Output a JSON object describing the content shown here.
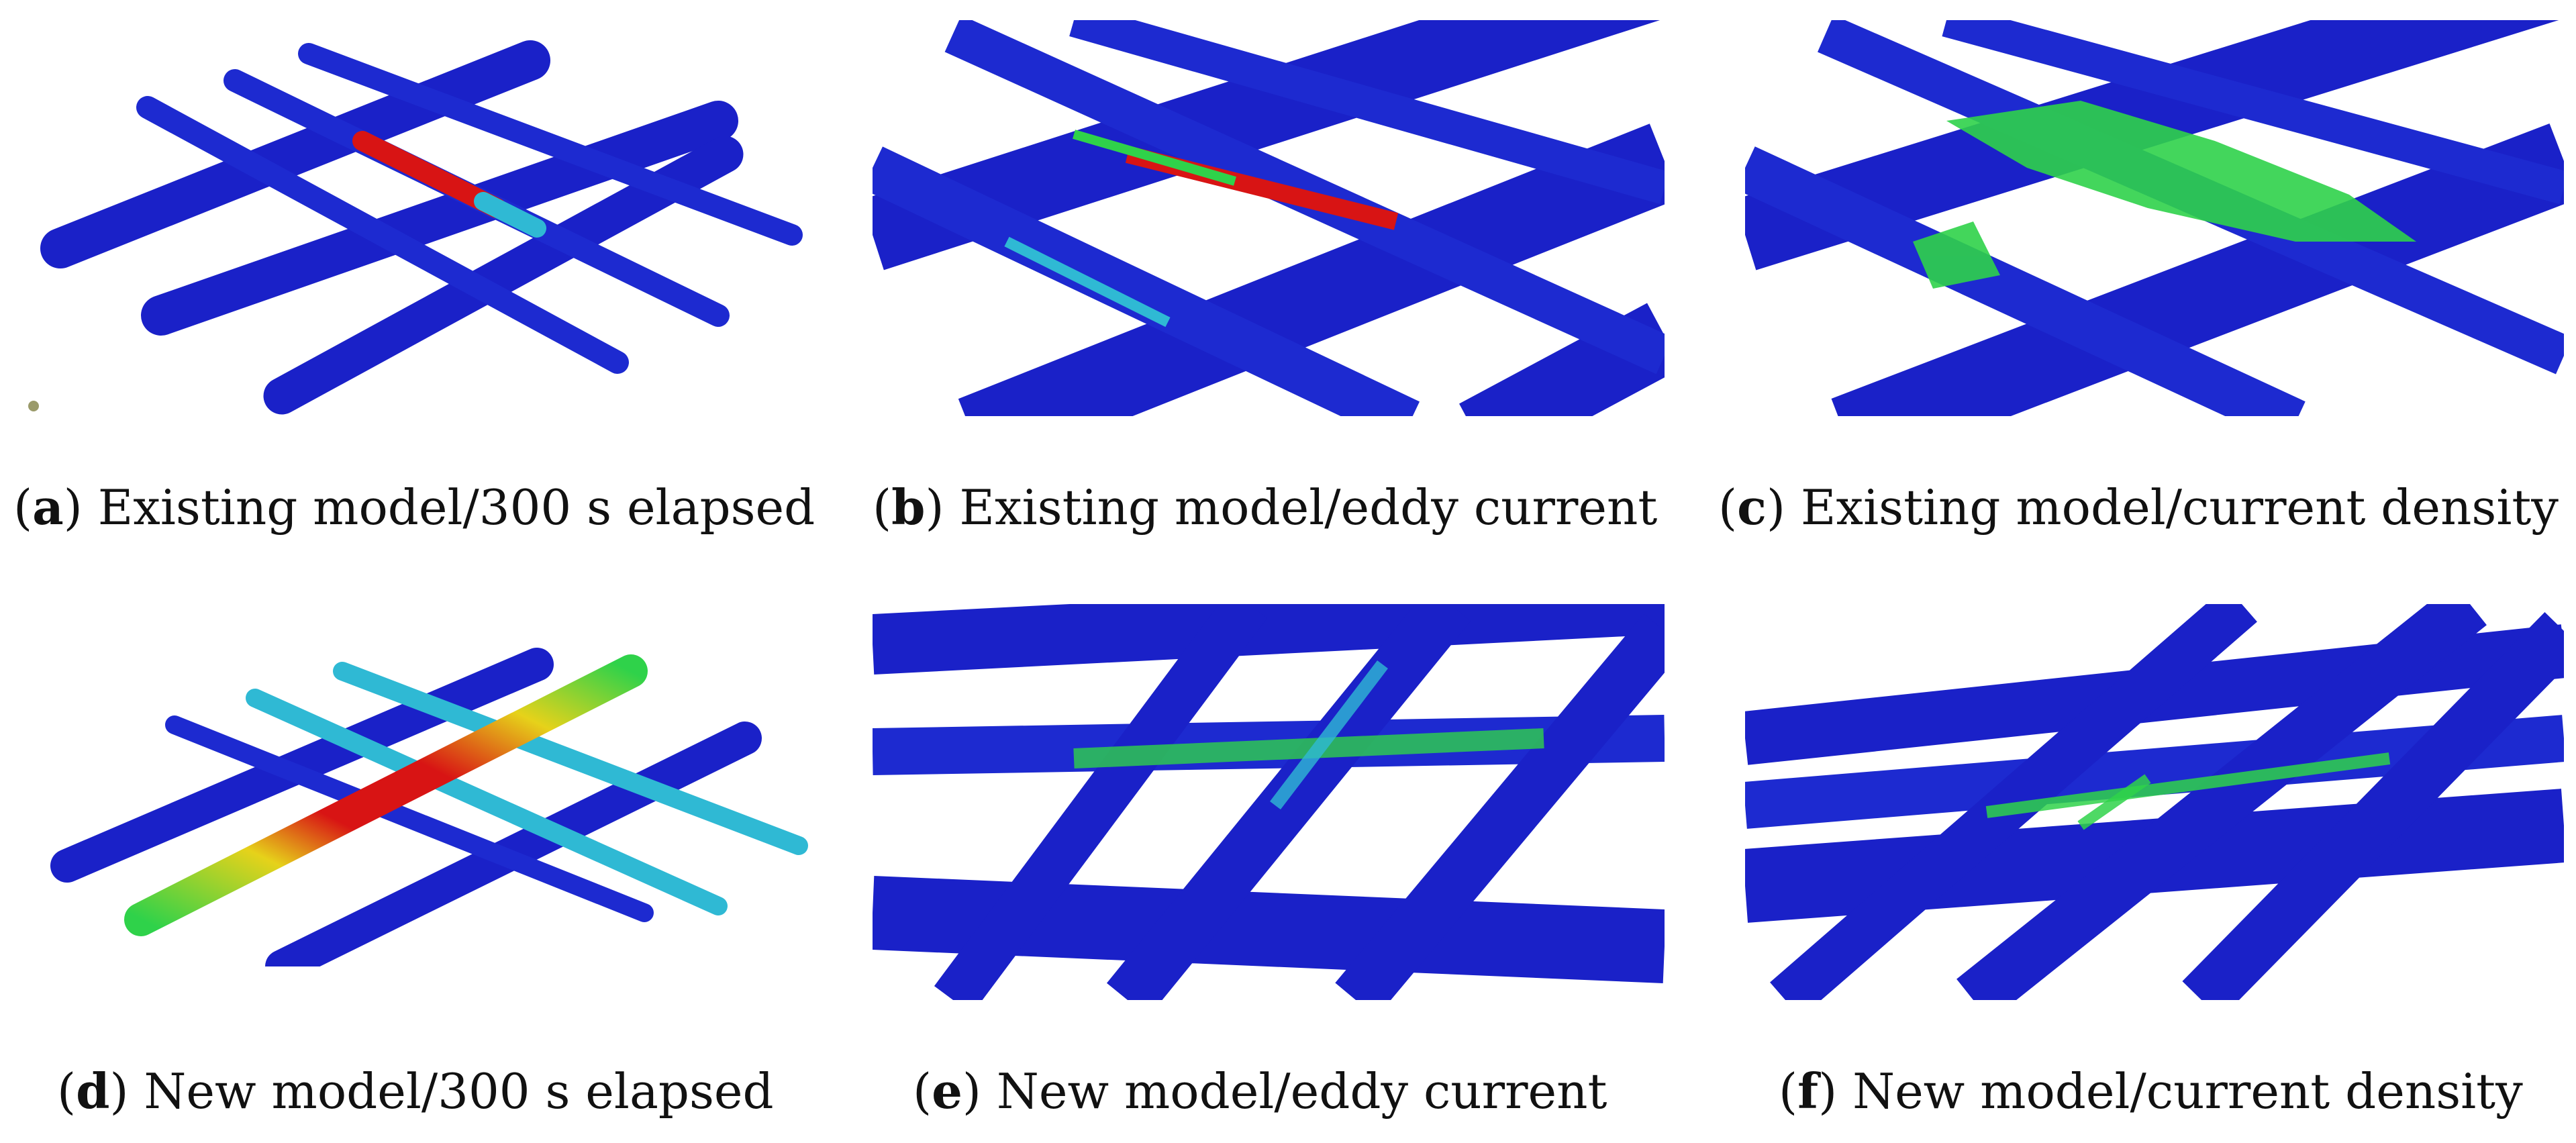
{
  "panels": [
    {
      "letter": "a",
      "caption": "Existing model/300 s elapsed"
    },
    {
      "letter": "b",
      "caption": "Existing model/eddy current"
    },
    {
      "letter": "c",
      "caption": "Existing model/current density"
    },
    {
      "letter": "d",
      "caption": "New model/300 s elapsed"
    },
    {
      "letter": "e",
      "caption": "New model/eddy current"
    },
    {
      "letter": "f",
      "caption": "New model/current density"
    }
  ],
  "colors": {
    "bar_blue": "#1a21c8",
    "bar_edge": "#0d118a",
    "hot_red": "#d81414",
    "warm_yellow": "#e6d21a",
    "mid_green": "#2fd24a",
    "cool_cyan": "#2fb9d4",
    "background": "#ffffff"
  }
}
